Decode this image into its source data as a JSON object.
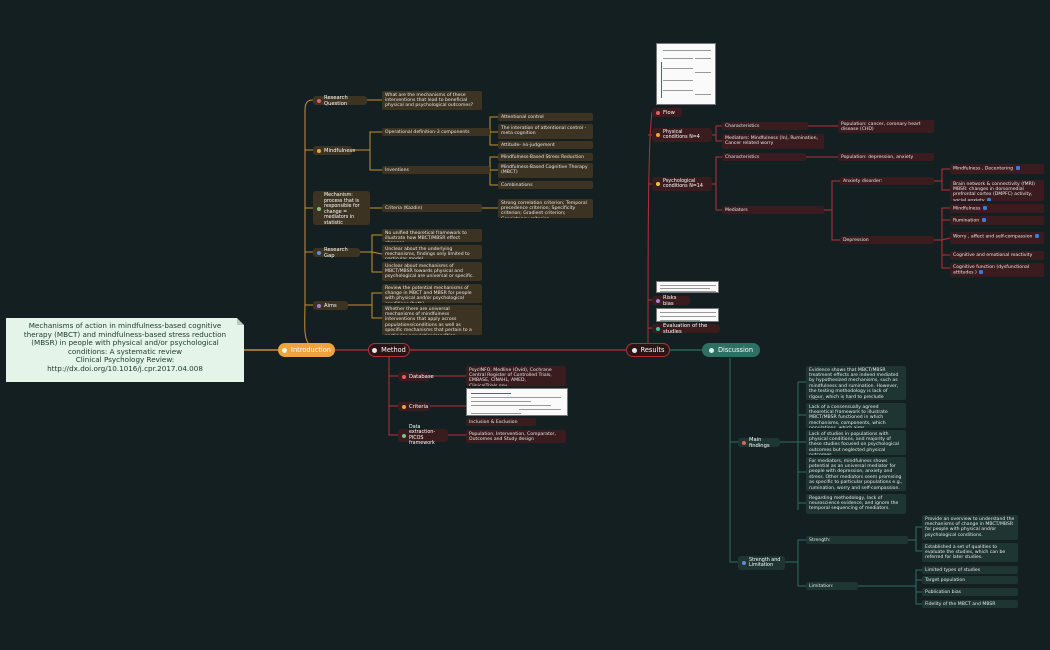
{
  "central": {
    "lines": [
      "Mechanisms of action in mindfulness-based cognitive",
      "therapy (MBCT) and mindfulness-based stress reduction",
      "(MBSR) in people with physical and/or psychological",
      "conditions: A systematic review",
      "Clinical Psychology Review:",
      "http://dx.doi.org/10.1016/j.cpr.2017.04.008"
    ]
  },
  "main": {
    "introduction": "Introduction",
    "method": "Method",
    "results": "Results",
    "discussion": "Discussion"
  },
  "intro": {
    "research_question": "Research Question",
    "rq_text": "What are the mechanisms of these interventions that lead to beneficial physical and psychological outcomes?",
    "mindfulness": "Mindfulness",
    "op_def": "Operational definition-3 components",
    "attentional_control": "Attentional control",
    "interaction": "The interation of attentional control - meta cognition",
    "attitude": "Attitude- no-judgement",
    "inventions": "Inventions",
    "mbsr": "Mindfulness-Based Stress Reduction",
    "mbct": "Mindfulness-Based Cognitive Therapy (MBCT)",
    "combinations": "Combinations",
    "mechanism": "Mechanism: process that is responsible for change = mediators in statistic",
    "criteria_kazdin": "Criteria (Kazdin)",
    "criteria_text": "Strong correlation criterion; Temporal precedence criterion; Specificity criterion; Gradient criterion; Consistency criterion",
    "research_gap": "Research Gap",
    "gap1": "No unified theoretical framework to illustrate how MBCT/MBSR effect changes.",
    "gap2": "Unclear about the underlying mechanisms, findings only limited to particular model.",
    "gap3": "Unclear about mechanisms of MBCT/MBSR towards physical and psychological are universal or specific.",
    "aims": "Aims",
    "aim1": "Review the potential mechanisms of change in MBCT and MBSR for people with physical and/or psychological conditions (both).",
    "aim2": "Whether there are universal mechanisms of mindfulness interventions that apply across populations/conditions as well as specific mechanisms that pertain to a particular population/condition."
  },
  "method": {
    "database": "Database",
    "database_text": "PsycINFO, Medline (Ovid), Cochrane Central Register of Controlled Trials, EMBASE, CINAHL, AMED, ClinicalTrials.gov",
    "criteria": "Criteria",
    "inclusion": "Inclusion & Exclusion",
    "data_extraction": "Data extraction-PICOS framework",
    "picos_text": "Population, Intervention, Comparator, Outcomes and Study design"
  },
  "results": {
    "flow": "Flow",
    "physical": "Physical conditions N=4",
    "characteristics": "Characteristics",
    "phys_population": "Population: cancer, coronary heart disease (CHD)",
    "phys_mediators": "Mediators: Mindfulness (In), Rumination, Cancer related worry",
    "psychological": "Psychological conditions N=14",
    "psy_characteristics": "Characteristics",
    "psy_population": "Population: depression, anxiety",
    "mediators": "Mediators",
    "anxiety": "Anxiety disorder:",
    "anx1": "Mindfulness , Decentering",
    "anx2": "Brain network & connectivity (fMRI) MBSR: changes in dorsomedial prefrontal cortex (DMPFC) activity, social anxiety",
    "depression": "Depression",
    "dep1": "Mindfulness",
    "dep2": "Rumination",
    "dep3": "Worry , affect and self-compassion",
    "dep4": "Cognitive and emotional reactivity",
    "dep5": "Cognitive function (dysfunctional attitudes )",
    "risks": "Risks bias",
    "evaluation": "Evaluation of the studies"
  },
  "discussion": {
    "main_findings": "Main findings",
    "mf1": "Evidence shows that MBCT/MBSR treatment effects are indeed mediated by hypothesized mechanisms, such as mindfulness and rumination. However, the testing methodology is lack of rigour, which is hard to preclude definitive conclusions.",
    "mf2": "Lack of a consensually agreed theoretical framework to illustrate MBCT/MBSR functioned in which mechanisms, components, which populations, which aims.",
    "mf3": "Lack of studies in populations with physical conditions, and majority of these studies focused on psychological outcomes but neglected physical outcomes.",
    "mf4": "For mediators, mindfulness shows potential as an universal mediator for people with depression, anxiety and stress. Other mediators seem promising as specific to particular populations e.g., rumination, worry and self-compassion.",
    "mf5": "Regarding methodology, lack of neuroscience evidence, and ignore the temporal sequencing of mediators.",
    "strength_limitation": "Strength and Limitation",
    "strength": "Strength:",
    "s1": "Provide an overview to understand the mechanisms of change in MBCT/MBSR for people with physical and/or psychological conditions.",
    "s2": "Established a set of qualities to evaluate the studies, which can be referred for later studies.",
    "limitation": "Limitation:",
    "l1": "Limited types of studies",
    "l2": "Target population",
    "l3": "Publication bias",
    "l4": "Fidelity of the MBCT and MBSR"
  },
  "colors": {
    "background": "#141f22",
    "introduction": "#f0a23e",
    "intro_branch": "#c8902e",
    "method_branch": "#b5303a",
    "discussion": "#2d6f62",
    "central": "#e4f4e8"
  }
}
